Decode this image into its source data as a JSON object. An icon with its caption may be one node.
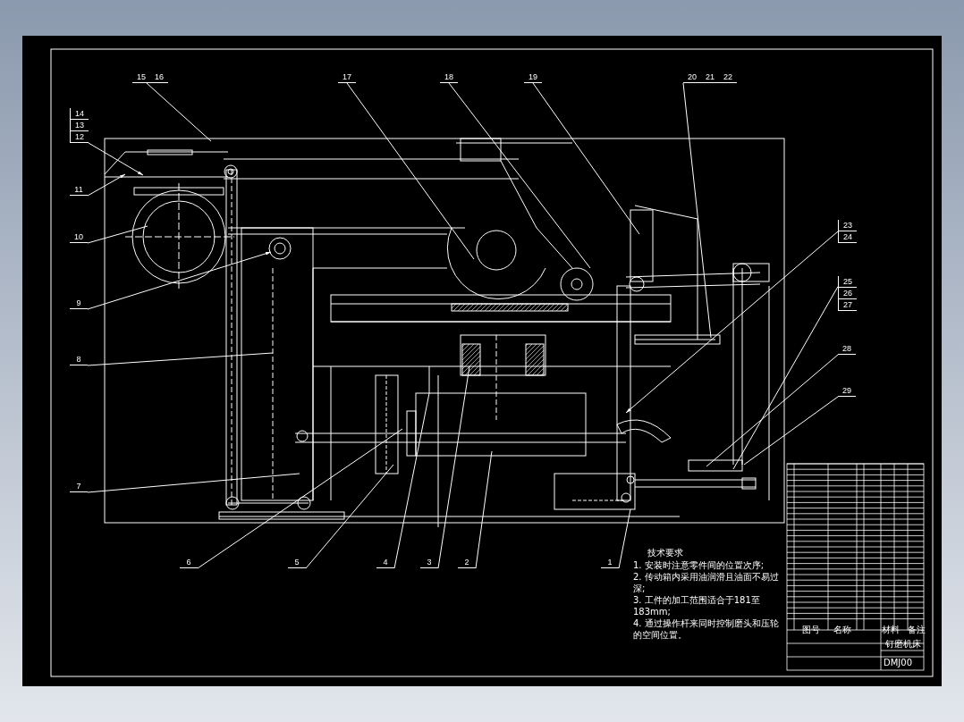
{
  "diagram": {
    "title": "钉磨机床",
    "nodes": [
      {
        "text": [
          "15",
          "16"
        ]
      },
      {
        "text": [
          "17"
        ]
      },
      {
        "text": [
          "18"
        ]
      },
      {
        "text": [
          "19"
        ]
      },
      {
        "text": [
          "20",
          "21",
          "22"
        ]
      },
      {
        "text": [
          "14",
          "13",
          "12"
        ]
      },
      {
        "text": [
          "11"
        ]
      },
      {
        "text": [
          "10"
        ]
      },
      {
        "text": [
          "9"
        ]
      },
      {
        "text": [
          "8"
        ]
      },
      {
        "text": [
          "7"
        ]
      },
      {
        "text": [
          "6"
        ]
      },
      {
        "text": [
          "5"
        ]
      },
      {
        "text": [
          "4"
        ]
      },
      {
        "text": [
          "3"
        ]
      },
      {
        "text": [
          "2"
        ]
      },
      {
        "text": [
          "1"
        ]
      },
      {
        "text": [
          "23",
          "24"
        ]
      },
      {
        "text": [
          "25",
          "26",
          "27"
        ]
      },
      {
        "text": [
          "28"
        ]
      },
      {
        "text": [
          "29"
        ]
      }
    ],
    "edges": [
      {
        "from": 0,
        "to": null,
        "arrow": "none"
      },
      {
        "from": 1,
        "to": null,
        "arrow": "none"
      },
      {
        "from": 2,
        "to": null,
        "arrow": "none"
      },
      {
        "from": 3,
        "to": null,
        "arrow": "none"
      },
      {
        "from": 4,
        "to": null,
        "arrow": "none"
      },
      {
        "from": 5,
        "to": null,
        "arrow": "to"
      },
      {
        "from": 6,
        "to": null,
        "arrow": "to"
      },
      {
        "from": 7,
        "to": null,
        "arrow": "none"
      },
      {
        "from": 8,
        "to": null,
        "arrow": "to"
      },
      {
        "from": 9,
        "to": null,
        "arrow": "none"
      },
      {
        "from": 10,
        "to": null,
        "arrow": "none"
      },
      {
        "from": 11,
        "to": null,
        "arrow": "none"
      },
      {
        "from": 12,
        "to": null,
        "arrow": "none"
      },
      {
        "from": 13,
        "to": null,
        "arrow": "none"
      },
      {
        "from": 14,
        "to": null,
        "arrow": "none"
      },
      {
        "from": 15,
        "to": null,
        "arrow": "none"
      },
      {
        "from": 16,
        "to": null,
        "arrow": "none"
      },
      {
        "from": 17,
        "to": null,
        "arrow": "to"
      },
      {
        "from": 18,
        "to": null,
        "arrow": "none"
      },
      {
        "from": 19,
        "to": null,
        "arrow": "none"
      },
      {
        "from": 20,
        "to": null,
        "arrow": "none"
      }
    ],
    "labels": [
      "技术要求",
      "1. 安装时注意零件间的位置次序;",
      "2. 传动箱内采用油润滑且油面不易过深;",
      "3. 工件的加工范围适合于181至183mm;",
      "4. 通过操作杆来同时控制磨头和压轮的空间位置。",
      "图号",
      "名称",
      "材料",
      "备注",
      "DMJ00"
    ]
  }
}
